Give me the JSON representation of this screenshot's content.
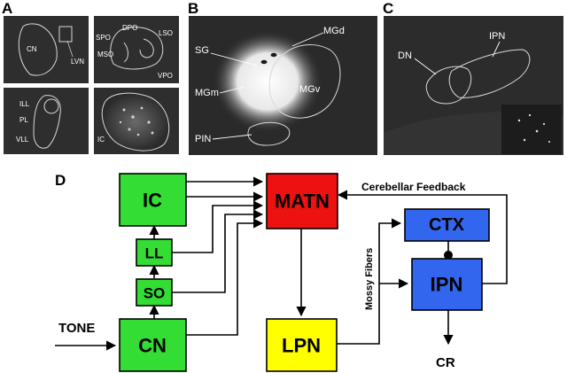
{
  "panels": {
    "A": {
      "letter": "A",
      "labels": {
        "cn": "CN",
        "lvn": "LVN",
        "dpo": "DPO",
        "spo": "SPO",
        "lso": "LSO",
        "mso": "MSO",
        "vpo": "VPO",
        "ill": "ILL",
        "pl": "PL",
        "vll": "VLL",
        "ic": "IC"
      }
    },
    "B": {
      "letter": "B",
      "labels": {
        "mgd": "MGd",
        "sg": "SG",
        "mgm": "MGm",
        "mgv": "MGv",
        "pin": "PIN"
      }
    },
    "C": {
      "letter": "C",
      "labels": {
        "dn": "DN",
        "ipn": "IPN"
      }
    },
    "D": {
      "letter": "D",
      "boxes": {
        "ic": {
          "label": "IC",
          "color": "#33dd33"
        },
        "ll": {
          "label": "LL",
          "color": "#33dd33"
        },
        "so": {
          "label": "SO",
          "color": "#33dd33"
        },
        "cn": {
          "label": "CN",
          "color": "#33dd33"
        },
        "matn": {
          "label": "MATN",
          "color": "#ee1111"
        },
        "lpn": {
          "label": "LPN",
          "color": "#ffff00"
        },
        "ctx": {
          "label": "CTX",
          "color": "#3366ee"
        },
        "ipn": {
          "label": "IPN",
          "color": "#3366ee"
        }
      },
      "labels": {
        "tone": "TONE",
        "cr": "CR",
        "cerebellar_feedback": "Cerebellar Feedback",
        "mossy_fibers": "Mossy Fibers"
      }
    }
  }
}
